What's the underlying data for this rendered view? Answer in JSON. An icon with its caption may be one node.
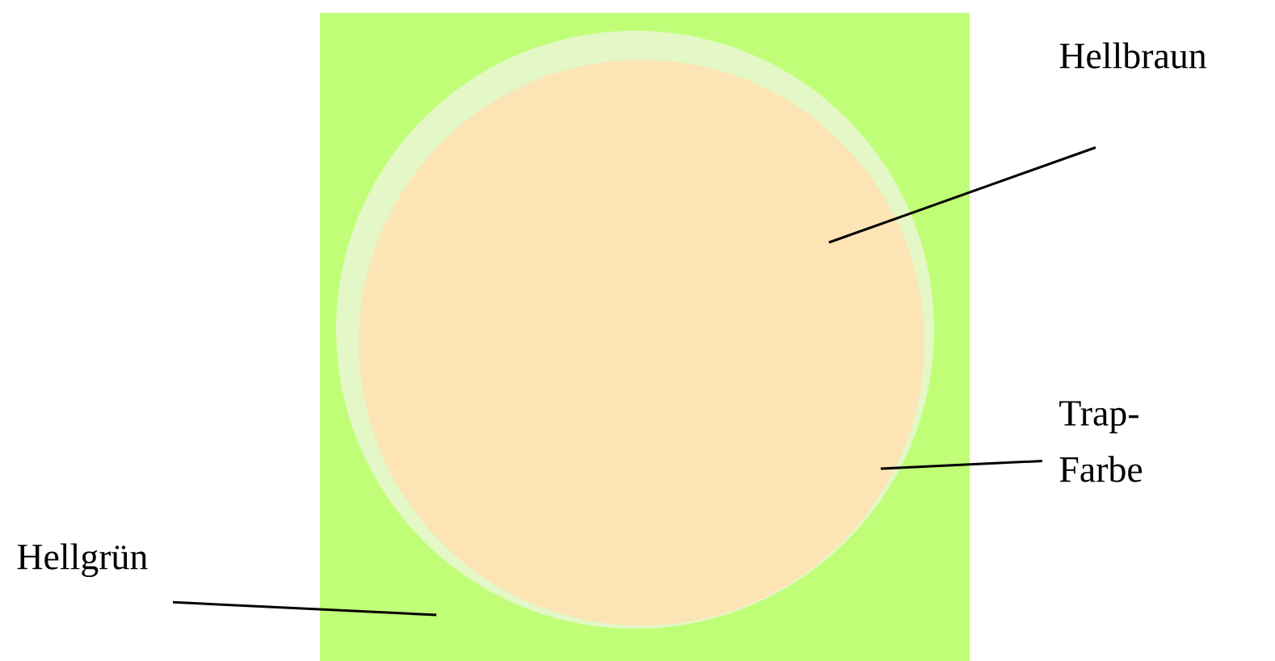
{
  "diagram": {
    "nodes": [
      {
        "text": [],
        "shape": "box"
      },
      {
        "text": [],
        "shape": "circle",
        "in": 0
      },
      {
        "text": [],
        "shape": "circle",
        "in": 1
      },
      {
        "text": [
          "Hellbraun"
        ]
      },
      {
        "text": [
          "Trap-Farbe"
        ]
      },
      {
        "text": [
          "Hellgrün"
        ]
      }
    ],
    "edges": [
      {
        "from": 3,
        "to": 2,
        "arrow": "none"
      },
      {
        "from": 4,
        "to": 1,
        "arrow": "none"
      },
      {
        "from": 5,
        "to": 0,
        "arrow": "none"
      }
    ]
  }
}
